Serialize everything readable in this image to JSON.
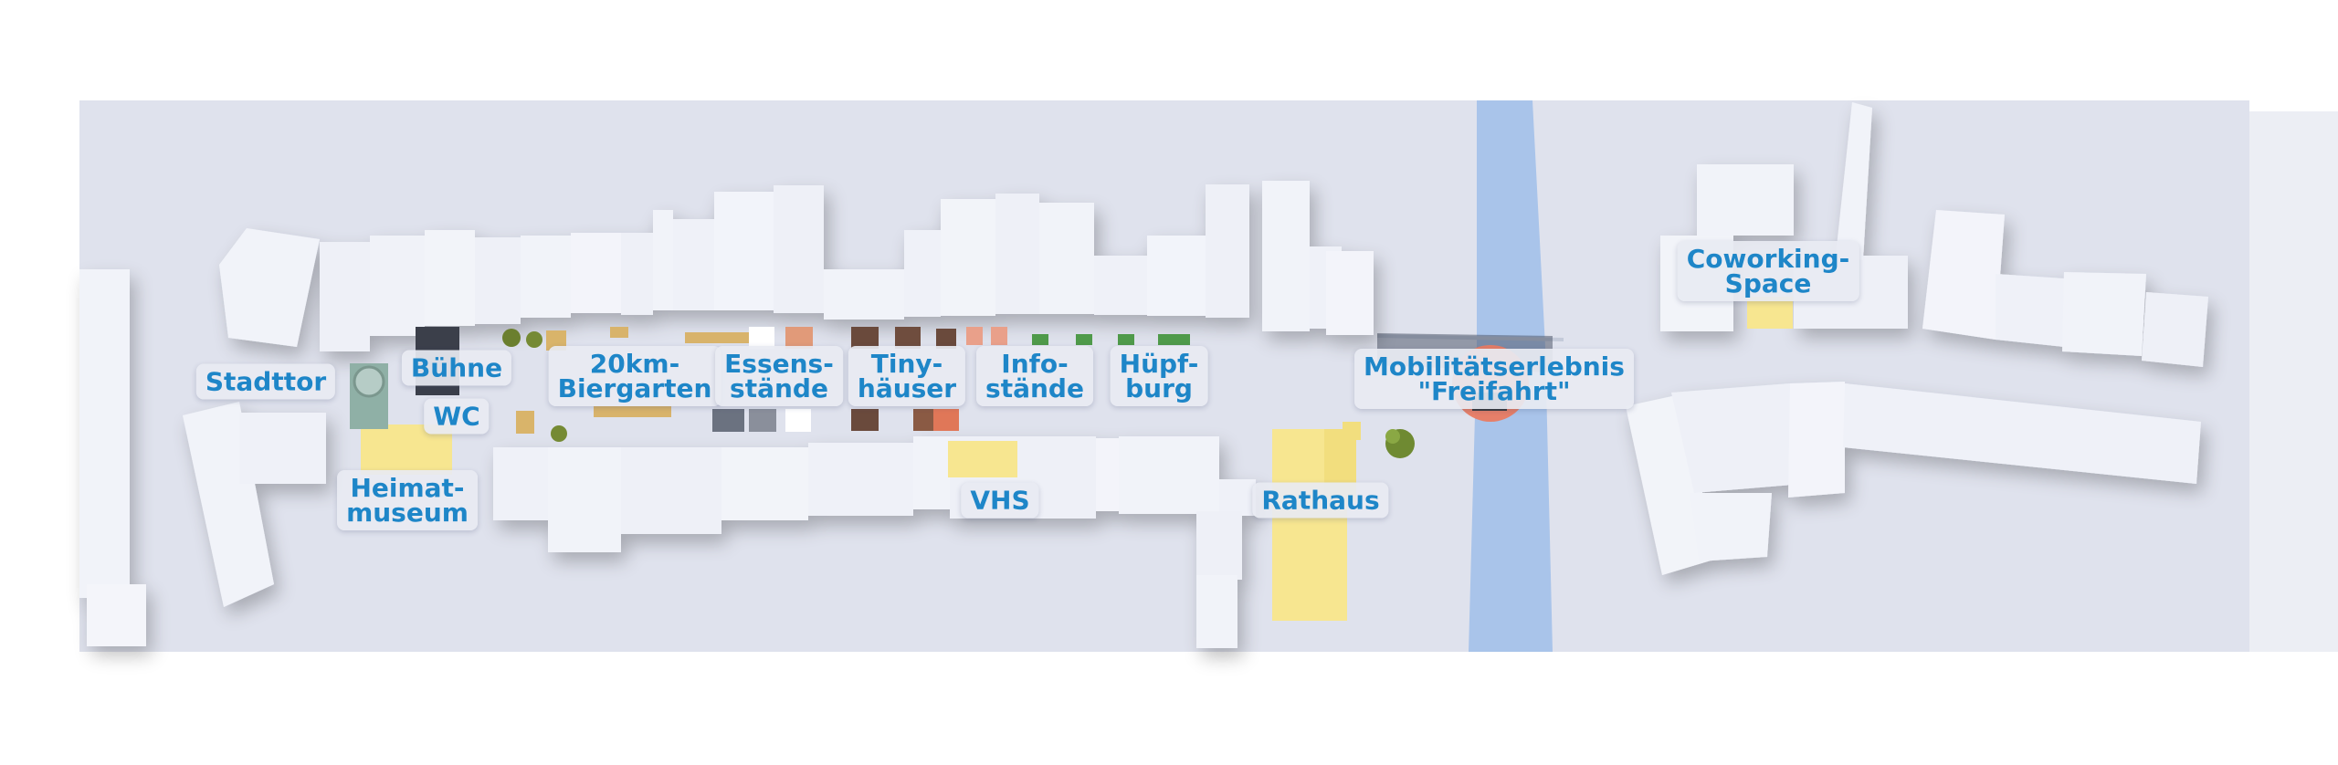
{
  "map": {
    "labels": {
      "stadttor": [
        "Stadttor"
      ],
      "buehne": [
        "Bühne"
      ],
      "wc": [
        "WC"
      ],
      "biergarten": [
        "20km-",
        "Biergarten"
      ],
      "essen": [
        "Essens-",
        "stände"
      ],
      "tiny": [
        "Tiny-",
        "häuser"
      ],
      "info": [
        "Info-",
        "stände"
      ],
      "huepf": [
        "Hüpf-",
        "burg"
      ],
      "mobil": [
        "Mobilitätserlebnis",
        "\"Freifahrt\""
      ],
      "cowork": [
        "Coworking-",
        "Space"
      ],
      "heimat": [
        "Heimat-",
        "museum"
      ],
      "vhs": [
        "VHS"
      ],
      "rathaus": [
        "Rathaus"
      ]
    },
    "colors": {
      "ground": "#dfe2ed",
      "building": "#f1f3f9",
      "highlight": "#f7e690",
      "river": "#a9c4ea",
      "marker": "#e97b62",
      "label_text": "#1e86c8"
    }
  }
}
